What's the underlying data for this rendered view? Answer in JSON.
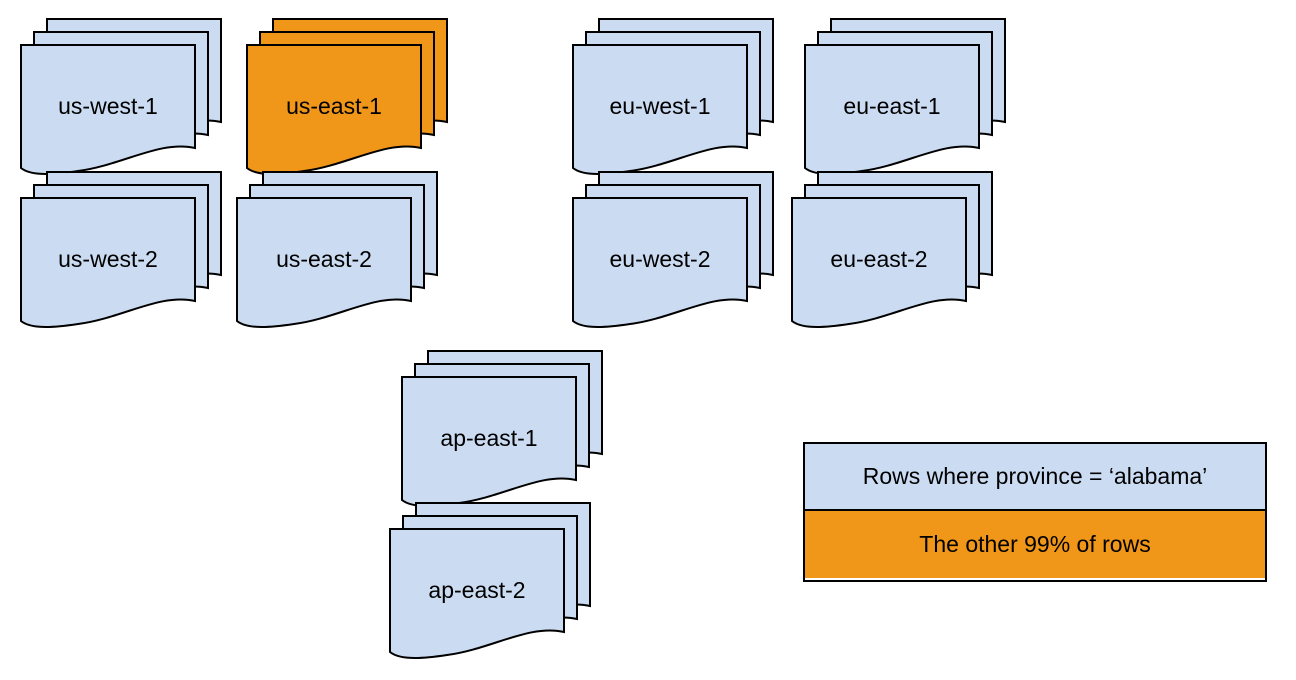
{
  "colors": {
    "doc_blue": "#cbdcf2",
    "doc_orange": "#f09619",
    "outline": "#000000",
    "background": "#ffffff"
  },
  "stacks": {
    "sheets_per_stack": 3,
    "items": [
      {
        "id": "us-west-1",
        "label": "us-west-1",
        "color": "blue"
      },
      {
        "id": "us-east-1",
        "label": "us-east-1",
        "color": "orange"
      },
      {
        "id": "eu-west-1",
        "label": "eu-west-1",
        "color": "blue"
      },
      {
        "id": "eu-east-1",
        "label": "eu-east-1",
        "color": "blue"
      },
      {
        "id": "us-west-2",
        "label": "us-west-2",
        "color": "blue"
      },
      {
        "id": "us-east-2",
        "label": "us-east-2",
        "color": "blue"
      },
      {
        "id": "eu-west-2",
        "label": "eu-west-2",
        "color": "blue"
      },
      {
        "id": "eu-east-2",
        "label": "eu-east-2",
        "color": "blue"
      },
      {
        "id": "ap-east-1",
        "label": "ap-east-1",
        "color": "blue"
      },
      {
        "id": "ap-east-2",
        "label": "ap-east-2",
        "color": "blue"
      }
    ]
  },
  "legend": {
    "items": [
      {
        "label": "Rows where province = ‘alabama’",
        "color": "blue"
      },
      {
        "label": "The other 99% of rows",
        "color": "orange"
      }
    ]
  }
}
